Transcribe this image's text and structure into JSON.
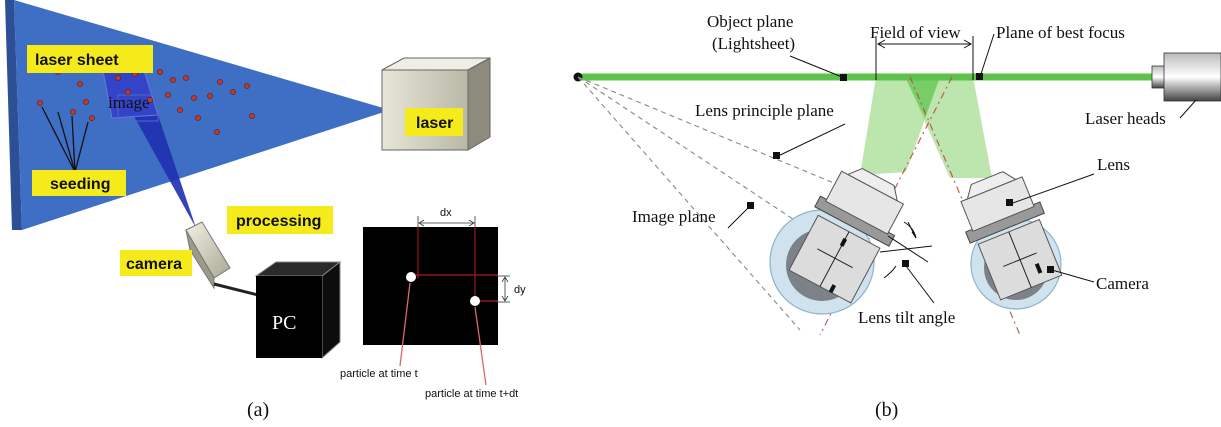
{
  "panel_a": {
    "laser_sheet": "laser sheet",
    "image": "image",
    "laser": "laser",
    "seeding": "seeding",
    "processing": "processing",
    "camera": "camera",
    "pc": "PC",
    "dx": "dx",
    "dy": "dy",
    "particle_t": "particle at time t",
    "particle_tdt": "particle at time t+dt",
    "caption": "(a)"
  },
  "panel_b": {
    "object_plane_1": "Object plane",
    "object_plane_2": "(Lightsheet)",
    "field_of_view": "Field of view",
    "plane_best_focus": "Plane of best focus",
    "laser_heads": "Laser heads",
    "lens_principle_plane": "Lens principle plane",
    "lens": "Lens",
    "image_plane": "Image plane",
    "camera": "Camera",
    "lens_tilt_angle": "Lens tilt angle",
    "caption": "(b)"
  },
  "colors": {
    "sheet_blue": "#3f6fc4",
    "cone_blue": "#1f2fb0",
    "label_yellow": "#f5ea1a",
    "beam_green": "#5cc24a",
    "light_green": "#9fdc8c",
    "camera_circle": "#cfe2ee"
  }
}
